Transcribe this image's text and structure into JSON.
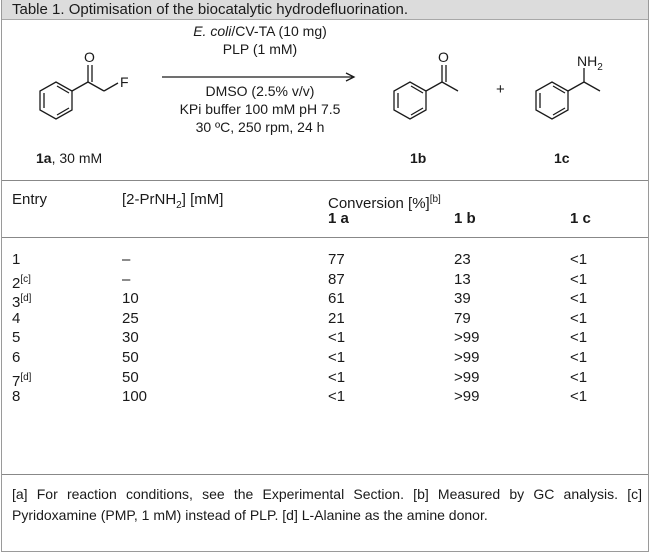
{
  "top_caption": "Table 1. Optimisation of the biocatalytic hydrodefluorination.",
  "scheme": {
    "reactant_label_bold": "1a",
    "reactant_label_rest": ", 30 mM",
    "reactant_atom_O": "O",
    "reactant_atom_F": "F",
    "conditions": {
      "line1_italic": "E. coli",
      "line1_rest": "/CV-TA (10 mg)",
      "line2": "PLP (1 mM)",
      "line3": "DMSO (2.5% v/v)",
      "line4": "KPi buffer 100 mM pH 7.5",
      "line5": "30 ºC, 250 rpm, 24 h"
    },
    "product1_label": "1b",
    "product1_atom_O": "O",
    "plus": "+",
    "product2_label": "1c",
    "product2_atom_N": "NH",
    "product2_atom_sub": "2"
  },
  "table": {
    "headers": {
      "entry": "Entry",
      "amine_pre": "[2-PrNH",
      "amine_sub": "2",
      "amine_post": "] [mM]",
      "conversion": "Conversion [%]",
      "conversion_sup": "[b]",
      "col_1a": "1 a",
      "col_1b": "1 b",
      "col_1c": "1 c"
    },
    "rows": [
      {
        "entry": "1",
        "sup": "",
        "amine": "–",
        "a": "77",
        "b": "23",
        "c": "<1"
      },
      {
        "entry": "2",
        "sup": "[c]",
        "amine": "–",
        "a": "87",
        "b": "13",
        "c": "<1"
      },
      {
        "entry": "3",
        "sup": "[d]",
        "amine": "10",
        "a": "61",
        "b": "39",
        "c": "<1"
      },
      {
        "entry": "4",
        "sup": "",
        "amine": "25",
        "a": "21",
        "b": "79",
        "c": "<1"
      },
      {
        "entry": "5",
        "sup": "",
        "amine": "30",
        "a": "<1",
        "b": ">99",
        "c": "<1"
      },
      {
        "entry": "6",
        "sup": "",
        "amine": "50",
        "a": "<1",
        "b": ">99",
        "c": "<1"
      },
      {
        "entry": "7",
        "sup": "[d]",
        "amine": "50",
        "a": "<1",
        "b": ">99",
        "c": "<1"
      },
      {
        "entry": "8",
        "sup": "",
        "amine": "100",
        "a": "<1",
        "b": ">99",
        "c": "<1"
      }
    ]
  },
  "footnote": "[a] For reaction conditions, see the Experimental Section. [b] Measured by GC analysis. [c] Pyridoxamine (PMP, 1 mM) instead of PLP. [d] L-Alanine as the amine donor."
}
